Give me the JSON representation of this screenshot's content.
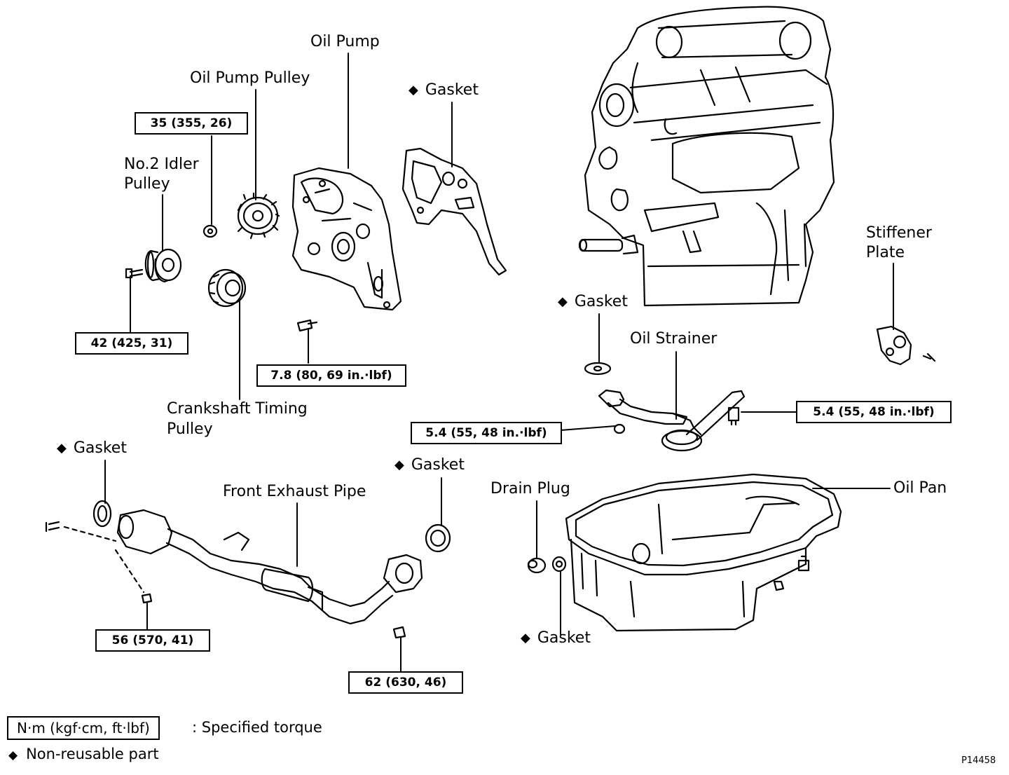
{
  "labels": {
    "oil_pump": "Oil Pump",
    "oil_pump_pulley": "Oil Pump Pulley",
    "gasket_top": "Gasket",
    "no2_idler_pulley_line1": "No.2 Idler",
    "no2_idler_pulley_line2": "Pulley",
    "stiffener_plate_line1": "Stiffener",
    "stiffener_plate_line2": "Plate",
    "gasket_strainer": "Gasket",
    "oil_strainer": "Oil Strainer",
    "crankshaft_pulley_line1": "Crankshaft Timing",
    "crankshaft_pulley_line2": "Pulley",
    "gasket_left": "Gasket",
    "gasket_mid": "Gasket",
    "front_exhaust_pipe": "Front Exhaust Pipe",
    "drain_plug": "Drain Plug",
    "oil_pan": "Oil Pan",
    "gasket_drain": "Gasket"
  },
  "torques": {
    "t35": "35 (355, 26)",
    "t42": "42 (425, 31)",
    "t7_8": "7.8 (80, 69 in.·lbf)",
    "t5_4_left": "5.4 (55, 48 in.·lbf)",
    "t5_4_right": "5.4 (55, 48 in.·lbf)",
    "t56": "56 (570, 41)",
    "t62": "62 (630, 46)"
  },
  "legend": {
    "unit_box": "N·m (kgf·cm, ft·lbf)",
    "unit_text": ": Specified torque",
    "nonreusable_symbol": "◆",
    "nonreusable_text": "Non-reusable part"
  },
  "figure_id": "P14458",
  "colors": {
    "ink": "#000000",
    "paper": "#ffffff"
  }
}
